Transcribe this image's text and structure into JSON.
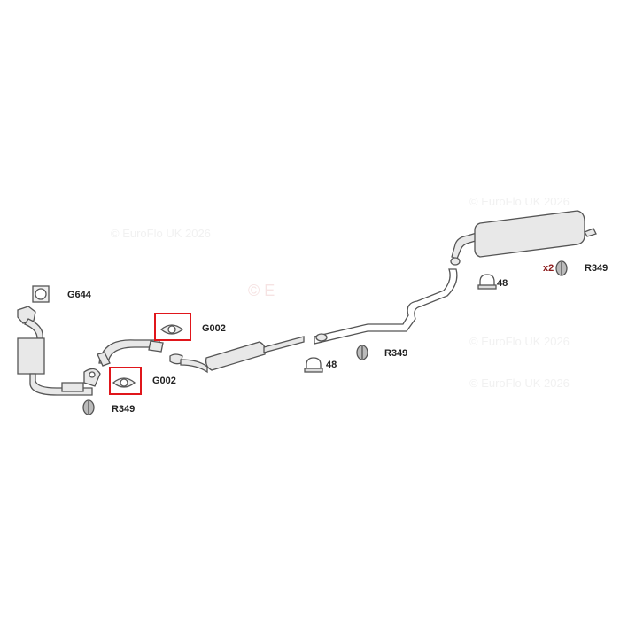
{
  "watermark": "© EuroFlo UK 2026",
  "watermark_short": "© E",
  "labels": {
    "cat_gasket": "G644",
    "gasket_upper": "G002",
    "gasket_lower": "G002",
    "rubber_front": "R349",
    "rubber_mid": "R349",
    "clamp_mid": "48",
    "clamp_rear": "48",
    "rubber_rear_qty": "x2",
    "rubber_rear": "R349"
  },
  "colors": {
    "highlight": "#e0161b",
    "line": "#555555",
    "part_fill": "#e6e6e6"
  }
}
